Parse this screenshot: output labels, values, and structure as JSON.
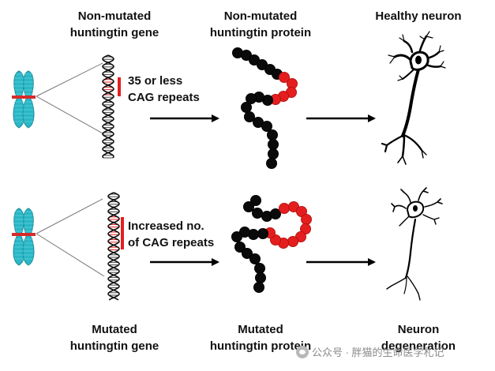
{
  "top_row": {
    "gene_label_line1": "Non-mutated",
    "gene_label_line2": "huntingtin gene",
    "protein_label_line1": "Non-mutated",
    "protein_label_line2": "huntingtin protein",
    "neuron_label": "Healthy neuron",
    "cag_line1": "35 or less",
    "cag_line2": "CAG repeats"
  },
  "bottom_row": {
    "gene_label_line1": "Mutated",
    "gene_label_line2": "huntingtin gene",
    "protein_label_line1": "Mutated",
    "protein_label_line2": "huntingtin protein",
    "neuron_label_line1": "Neuron",
    "neuron_label_line2": "degeneration",
    "cag_line1": "Increased no.",
    "cag_line2": "of CAG repeats"
  },
  "watermark": "公众号 · 胖猫的生命医学札记",
  "colors": {
    "chromosome": "#2ab7c6",
    "chromosome_band": "#d42b2b",
    "repeat_red": "#e41e1e",
    "bead_black": "#0a0a0a",
    "arrow": "#000000"
  },
  "icons": [
    "chromosome-icon",
    "dna-helix-icon",
    "protein-chain-icon",
    "neuron-icon",
    "arrow-right-icon",
    "wechat-icon"
  ]
}
